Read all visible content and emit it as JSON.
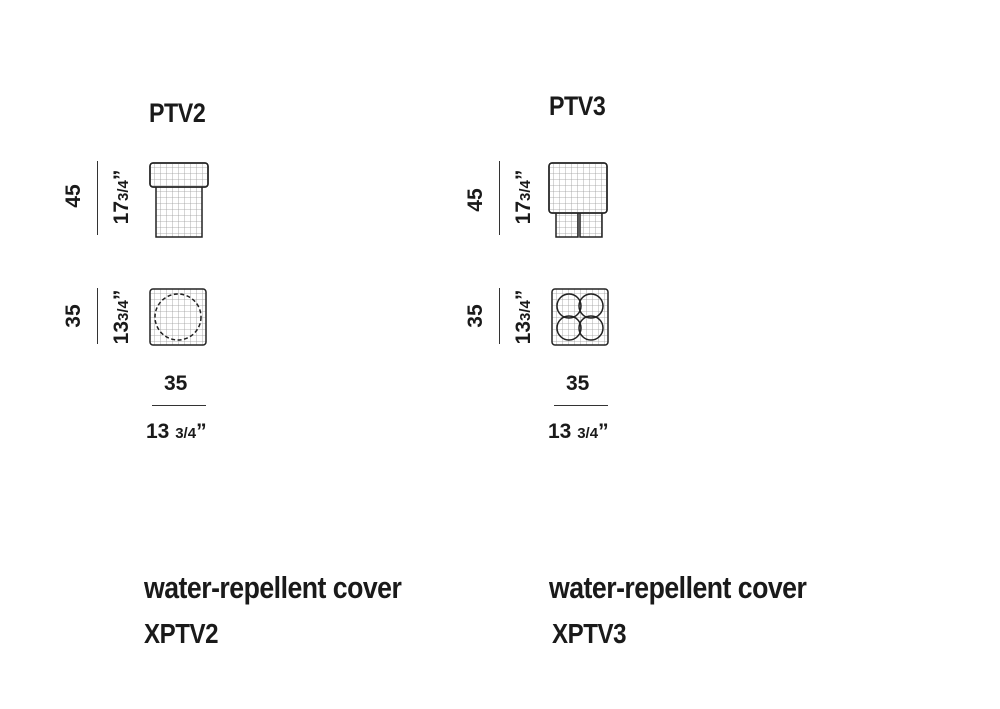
{
  "products": [
    {
      "title": "PTV2",
      "height_cm": "45",
      "height_in_whole": "17",
      "height_in_frac": "3/4",
      "height_in_mark": "”",
      "depth_cm": "35",
      "depth_in_whole": "13",
      "depth_in_frac": "3/4",
      "depth_in_mark": "”",
      "width_cm": "35",
      "width_in_whole": "13",
      "width_in_frac": "3/4",
      "width_in_mark": "”",
      "cover_label": "water-repellent cover",
      "cover_code": "XPTV2"
    },
    {
      "title": "PTV3",
      "height_cm": "45",
      "height_in_whole": "17",
      "height_in_frac": "3/4",
      "height_in_mark": "”",
      "depth_cm": "35",
      "depth_in_whole": "13",
      "depth_in_frac": "3/4",
      "depth_in_mark": "”",
      "width_cm": "35",
      "width_in_whole": "13",
      "width_in_frac": "3/4",
      "width_in_mark": "”",
      "cover_label": "water-repellent cover",
      "cover_code": "XPTV3"
    }
  ]
}
